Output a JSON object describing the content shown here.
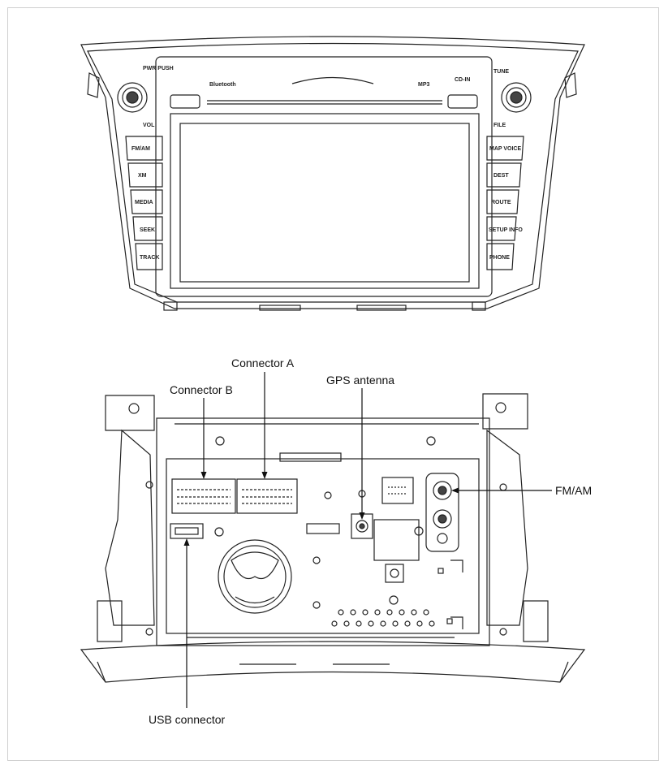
{
  "front_panel": {
    "left_knob_label": "PWR PUSH",
    "vol_label": "VOL",
    "right_knob_label": "TUNE",
    "file_label": "FILE",
    "bluetooth_label": "Bluetooth",
    "mp3_label": "MP3",
    "cd_in_label": "CD-IN",
    "left_buttons": [
      "FM/AM",
      "XM",
      "MEDIA",
      "SEEK",
      "TRACK"
    ],
    "right_buttons": [
      "MAP VOICE",
      "DEST",
      "ROUTE",
      "SETUP INFO",
      "PHONE"
    ]
  },
  "callouts": {
    "connector_a": "Connector A",
    "connector_b": "Connector B",
    "gps_antenna": "GPS antenna",
    "fm_am": "FM/AM",
    "usb_connector": "USB connector"
  }
}
